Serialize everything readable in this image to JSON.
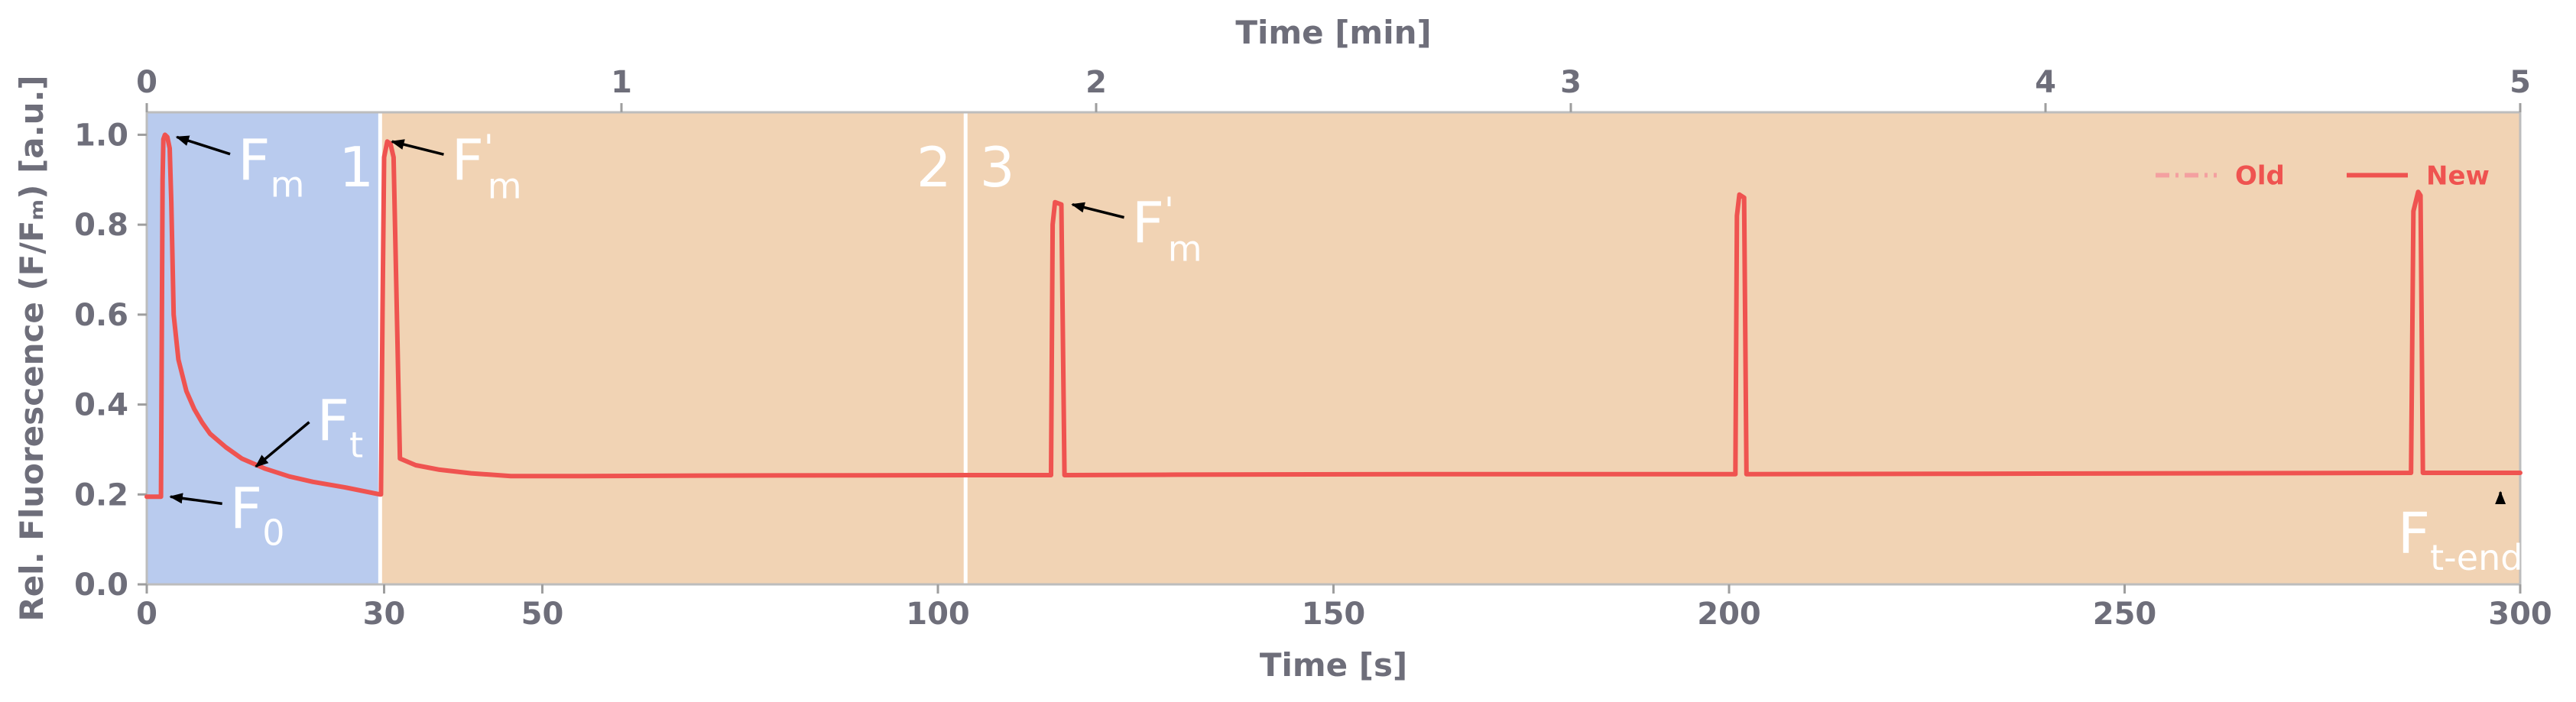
{
  "chart_data": {
    "type": "line",
    "xlabel": "Time [s]",
    "top_xlabel": "Time [min]",
    "ylabel": "Rel. Fluorescence (F/Fₘ) [a.u.]",
    "xlim": [
      0,
      300
    ],
    "ylim": [
      0,
      1.05
    ],
    "x_ticks": [
      0,
      30,
      50,
      100,
      150,
      200,
      250,
      300
    ],
    "top_x_ticks": [
      0,
      1,
      2,
      3,
      4,
      5
    ],
    "y_ticks": [
      "0.0",
      "0.2",
      "0.4",
      "0.6",
      "0.8",
      "1.0"
    ],
    "grid": false,
    "legend_position": "top-right",
    "legend": [
      {
        "name": "Old",
        "style": "dash-dot",
        "color": "#f4a0a0"
      },
      {
        "name": "New",
        "style": "solid",
        "color": "#ef5350"
      }
    ],
    "regions": [
      {
        "from": 0,
        "to": 29.5,
        "color": "#b9cbee"
      },
      {
        "from": 29.5,
        "to": 300,
        "color": "#f1d3b4"
      }
    ],
    "boundaries": [
      29.5,
      103.5
    ],
    "phase_labels": [
      {
        "text": "1",
        "x": 26.5
      },
      {
        "text": "2",
        "x": 99.5
      },
      {
        "text": "3",
        "x": 107.5
      }
    ],
    "series": [
      {
        "name": "New",
        "color": "#ef5350",
        "x": [
          0,
          1.8,
          2.0,
          2.1,
          2.3,
          2.6,
          2.9,
          3.1,
          3.4,
          4,
          5,
          6,
          7,
          8,
          10,
          12,
          15,
          18,
          21,
          25,
          29.5,
          29.6,
          29.8,
          30.0,
          30.4,
          30.8,
          31.2,
          32,
          34,
          37,
          41,
          46,
          55,
          70,
          103.5,
          114.3,
          114.5,
          114.8,
          115.6,
          116.0,
          116.3,
          130,
          160,
          200.8,
          201.0,
          201.3,
          201.9,
          202.2,
          202.5,
          230,
          286.0,
          286.2,
          286.5,
          287.1,
          287.4,
          287.7,
          300
        ],
        "values": [
          0.195,
          0.195,
          0.9,
          0.99,
          1.0,
          0.995,
          0.97,
          0.85,
          0.6,
          0.5,
          0.43,
          0.39,
          0.36,
          0.335,
          0.305,
          0.28,
          0.257,
          0.24,
          0.228,
          0.216,
          0.2,
          0.2,
          0.6,
          0.95,
          0.985,
          0.98,
          0.95,
          0.28,
          0.265,
          0.255,
          0.247,
          0.241,
          0.241,
          0.242,
          0.243,
          0.243,
          0.8,
          0.85,
          0.845,
          0.243,
          0.243,
          0.244,
          0.245,
          0.245,
          0.82,
          0.867,
          0.86,
          0.245,
          0.245,
          0.246,
          0.248,
          0.248,
          0.83,
          0.873,
          0.865,
          0.248,
          0.248
        ]
      }
    ],
    "annotations": [
      {
        "main": "F",
        "sub": "m",
        "prime": false,
        "x_text": 11.5,
        "y_text": 0.9,
        "x_arrow": 3.8,
        "y_arrow": 0.995
      },
      {
        "main": "F",
        "sub": "m",
        "prime": true,
        "x_text": 38.5,
        "y_text": 0.9,
        "x_arrow": 31.0,
        "y_arrow": 0.985
      },
      {
        "main": "F",
        "sub": "m",
        "prime": true,
        "x_text": 124.5,
        "y_text": 0.76,
        "x_arrow": 117.0,
        "y_arrow": 0.845
      },
      {
        "main": "F",
        "sub": "t",
        "prime": false,
        "x_text": 21.5,
        "y_text": 0.32,
        "x_arrow": 13.8,
        "y_arrow": 0.262
      },
      {
        "main": "F",
        "sub": "0",
        "prime": false,
        "x_text": 10.5,
        "y_text": 0.125,
        "x_arrow": 3.0,
        "y_arrow": 0.195
      },
      {
        "main": "F",
        "sub": "t-end",
        "prime": false,
        "x_text": 284.5,
        "y_text": 0.07,
        "x_arrow": 297.5,
        "y_arrow": 0.205
      }
    ]
  }
}
